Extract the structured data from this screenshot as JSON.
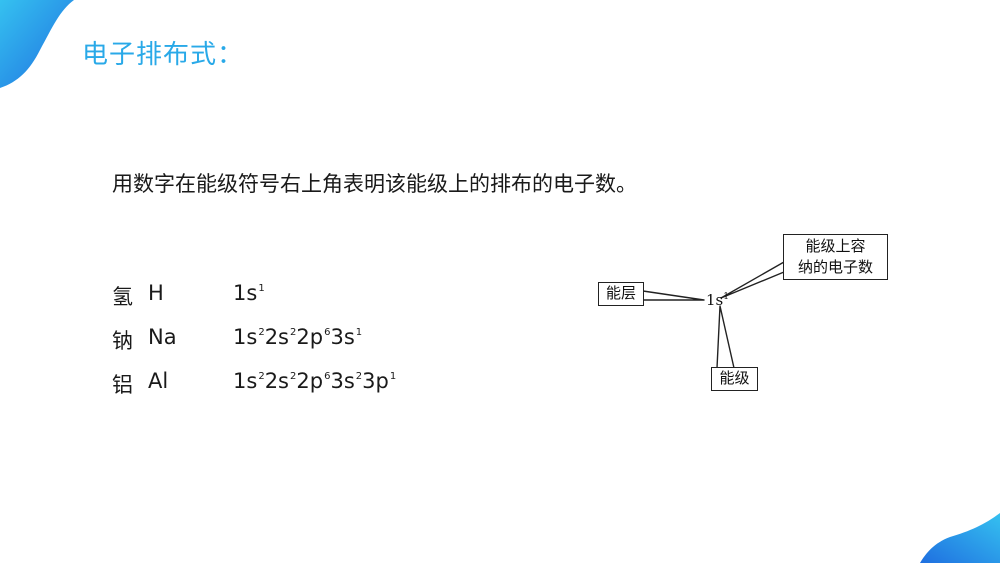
{
  "title": "电子排布式：",
  "intro": "用数字在能级符号右上角表明该能级上的排布的电子数。",
  "elements": [
    {
      "name": "氢",
      "symbol": "H",
      "config": [
        {
          "sub": "1s",
          "n": "1"
        }
      ]
    },
    {
      "name": "钠",
      "symbol": "Na",
      "config": [
        {
          "sub": "1s",
          "n": "2"
        },
        {
          "sub": "2s",
          "n": "2"
        },
        {
          "sub": "2p",
          "n": "6"
        },
        {
          "sub": "3s",
          "n": "1"
        }
      ]
    },
    {
      "name": "铝",
      "symbol": "Al",
      "config": [
        {
          "sub": "1s",
          "n": "2"
        },
        {
          "sub": "2s",
          "n": "2"
        },
        {
          "sub": "2p",
          "n": "6"
        },
        {
          "sub": "3s",
          "n": "2"
        },
        {
          "sub": "3p",
          "n": "1"
        }
      ]
    }
  ],
  "diagram": {
    "center_base": "1s",
    "center_sup": "1",
    "shell_label": "能层",
    "capacity_label_line1": "能级上容",
    "capacity_label_line2": "纳的电子数",
    "level_label": "能级"
  },
  "colors": {
    "accent": "#29a9e8",
    "accent_dark": "#1f7fe0",
    "text": "#1a1a1a"
  }
}
